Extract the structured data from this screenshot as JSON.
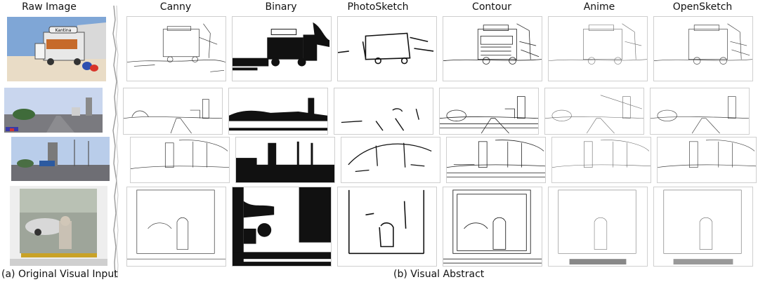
{
  "columns": {
    "raw": "Raw Image",
    "canny": "Canny",
    "binary": "Binary",
    "photosketch": "PhotoSketch",
    "contour": "Contour",
    "anime": "Anime",
    "opensketch": "OpenSketch"
  },
  "captions": {
    "left": "(a) Original Visual Input",
    "right": "(b) Visual Abstract"
  },
  "truck_sign": "Kantina"
}
